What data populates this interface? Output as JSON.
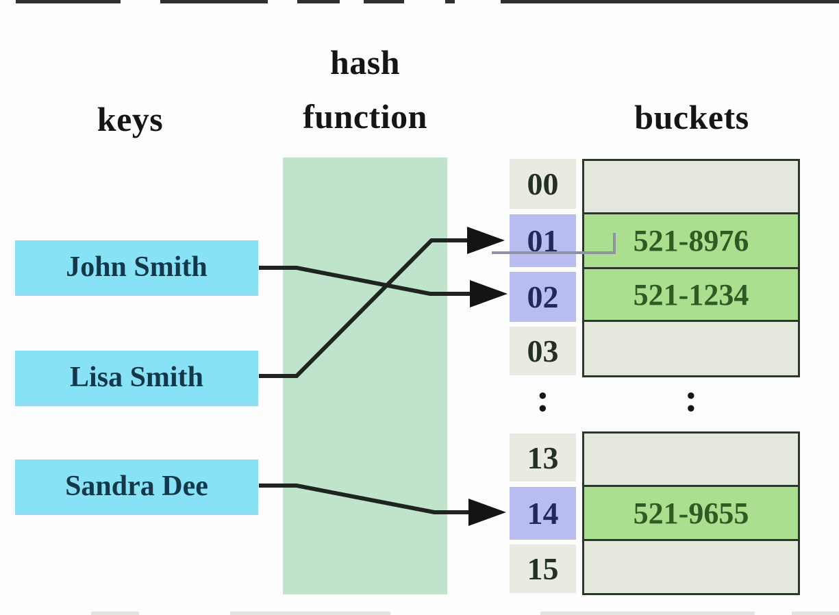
{
  "headers": {
    "keys": "keys",
    "hash_function": "hash function",
    "buckets": "buckets"
  },
  "keys": [
    {
      "label": "John Smith",
      "hashes_to": "02"
    },
    {
      "label": "Lisa Smith",
      "hashes_to": "01"
    },
    {
      "label": "Sandra Dee",
      "hashes_to": "14"
    }
  ],
  "index_column": {
    "top_cells": [
      {
        "label": "00",
        "highlighted": false
      },
      {
        "label": "01",
        "highlighted": true
      },
      {
        "label": "02",
        "highlighted": true
      },
      {
        "label": "03",
        "highlighted": false
      }
    ],
    "ellipsis": ":",
    "bottom_cells": [
      {
        "label": "13",
        "highlighted": false
      },
      {
        "label": "14",
        "highlighted": true
      },
      {
        "label": "15",
        "highlighted": false
      }
    ]
  },
  "bucket_tables": {
    "top_rows": [
      {
        "value": "",
        "filled": false
      },
      {
        "value": "521-8976",
        "filled": true
      },
      {
        "value": "521-1234",
        "filled": true
      },
      {
        "value": "",
        "filled": false
      }
    ],
    "ellipsis": ":",
    "bottom_rows": [
      {
        "value": "",
        "filled": false
      },
      {
        "value": "521-9655",
        "filled": true
      },
      {
        "value": "",
        "filled": false
      }
    ]
  },
  "arrows": [
    {
      "from": "John Smith",
      "to_index": "02"
    },
    {
      "from": "Lisa Smith",
      "to_index": "01"
    },
    {
      "from": "Sandra Dee",
      "to_index": "14"
    }
  ],
  "colors": {
    "key_box": "#87e2f6",
    "hash_box": "#c0e3cc",
    "index_highlight": "#b9bcee",
    "index_normal": "#e9ebe2",
    "bucket_filled": "#abdf90",
    "bucket_empty": "#e4e7dc",
    "table_border": "#2d362c",
    "arrow": "#1f2420",
    "key_text": "#14374a",
    "value_text": "#2f5a23",
    "header_text": "#151515",
    "artifact_line": "#8f92a4"
  }
}
